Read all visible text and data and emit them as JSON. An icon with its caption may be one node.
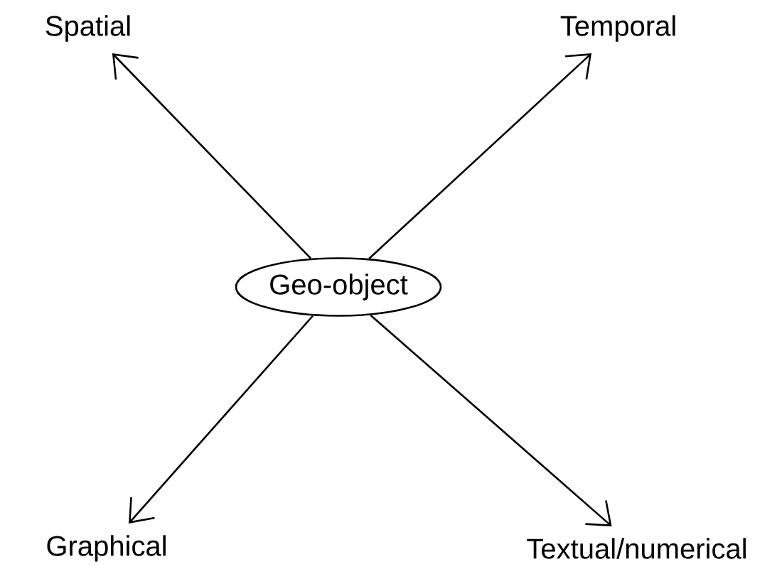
{
  "diagram": {
    "nodes": [
      {
        "text": [
          "Geo-object"
        ]
      },
      {
        "text": [
          "Spatial"
        ]
      },
      {
        "text": [
          "Temporal"
        ]
      },
      {
        "text": [
          "Graphical"
        ]
      },
      {
        "text": [
          "Textual/numerical"
        ]
      }
    ],
    "edges": [
      {
        "from": 0,
        "to": 1,
        "arrow": "to"
      },
      {
        "from": 0,
        "to": 2,
        "arrow": "to"
      },
      {
        "from": 0,
        "to": 3,
        "arrow": "to"
      },
      {
        "from": 0,
        "to": 4,
        "arrow": "to"
      }
    ]
  }
}
